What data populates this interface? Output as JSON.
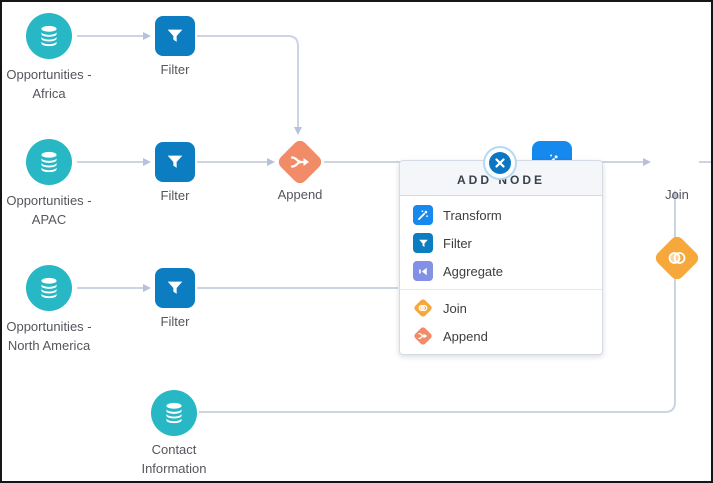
{
  "app": {
    "description": "Data prep recipe canvas with Add Node popup"
  },
  "colors": {
    "dataset_teal": "#28b7c4",
    "filter_blue": "#0b7dc0",
    "transform_blue": "#1589ee",
    "aggregate_indigo": "#8290e6",
    "join_amber": "#f6a83b",
    "append_coral": "#f28b67",
    "edge_gray": "#ccd4e4",
    "close_button_blue": "#0b76c2"
  },
  "nodes": {
    "africa": {
      "type": "dataset",
      "label": "Opportunities - Africa"
    },
    "filter1": {
      "type": "filter",
      "label": "Filter"
    },
    "apac": {
      "type": "dataset",
      "label": "Opportunities - APAC"
    },
    "filter2": {
      "type": "filter",
      "label": "Filter"
    },
    "append1": {
      "type": "append",
      "label": "Append"
    },
    "hidden_append": {
      "type": "append"
    },
    "hidden_transform": {
      "type": "transform"
    },
    "join1": {
      "type": "join",
      "label": "Join"
    },
    "na": {
      "type": "dataset",
      "label": "Opportunities - North America"
    },
    "filter3": {
      "type": "filter",
      "label": "Filter"
    },
    "contact": {
      "type": "dataset",
      "label": "Contact Information"
    }
  },
  "connections": [
    "Opportunities - Africa -> Filter",
    "Filter -> Append",
    "Opportunities - APAC -> Filter",
    "Filter -> Append",
    "Append -> node behind popup",
    "popup area -> Join",
    "Join -> right edge",
    "Opportunities - North America -> Filter",
    "Filter -> behind popup",
    "Contact Information -> Join"
  ],
  "popup": {
    "title": "ADD NODE",
    "items": [
      {
        "label": "Transform",
        "icon": "magic-wand",
        "color": "#1589ee"
      },
      {
        "label": "Filter",
        "icon": "funnel",
        "color": "#0b7dc0"
      },
      {
        "label": "Aggregate",
        "icon": "aggregate",
        "color": "#8290e6"
      },
      {
        "label": "Join",
        "icon": "venn-diamond",
        "color": "#f6a83b"
      },
      {
        "label": "Append",
        "icon": "merge-diamond",
        "color": "#f28b67"
      }
    ]
  }
}
